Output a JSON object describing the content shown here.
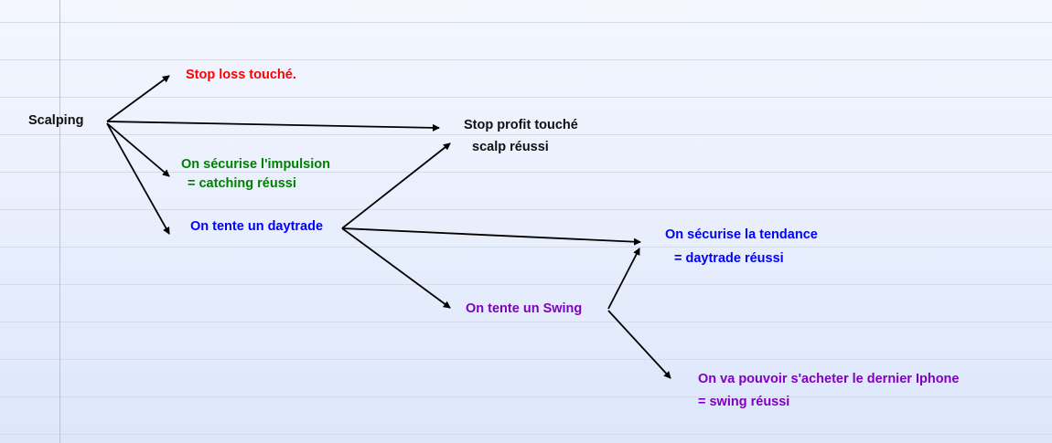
{
  "colors": {
    "root": "#111111",
    "loss": "#ff0000",
    "scalp": "#111111",
    "catching": "#008000",
    "daytrade": "#0000ff",
    "swing": "#8000c0",
    "arrow": "#000000"
  },
  "nodes": {
    "scalping": "Scalping",
    "stop_loss": "Stop loss touché.",
    "stop_profit": {
      "line1": "Stop profit touché",
      "line2": "scalp réussi"
    },
    "impulsion": {
      "line1": "On sécurise l'impulsion",
      "line2": "= catching réussi"
    },
    "daytrade": "On tente un daytrade",
    "tendance": {
      "line1": "On sécurise la tendance",
      "line2": "= daytrade réussi"
    },
    "swing": "On tente un Swing",
    "iphone": {
      "line1": "On va pouvoir s'acheter le dernier Iphone",
      "line2": "= swing réussi"
    }
  }
}
